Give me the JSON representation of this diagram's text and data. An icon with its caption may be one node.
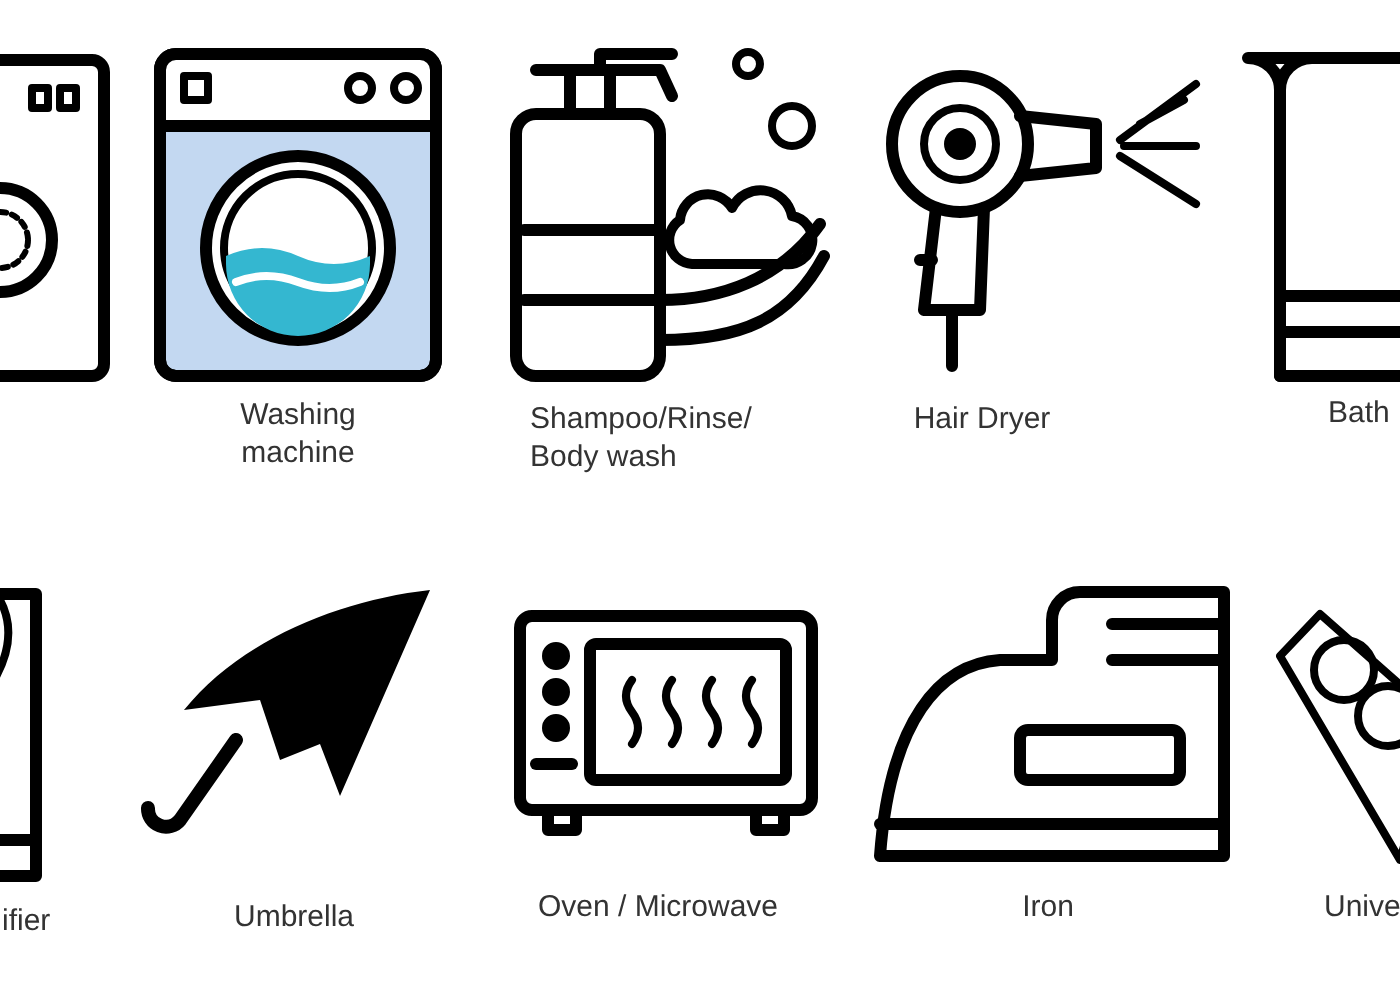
{
  "diagram": {
    "labels": [
      "Washing machine",
      "Shampoo/Rinse/ Body wash",
      "Hair Dryer",
      "Bath",
      "ifier",
      "Umbrella",
      "Oven / Microwave",
      "Iron",
      "Unive"
    ]
  }
}
